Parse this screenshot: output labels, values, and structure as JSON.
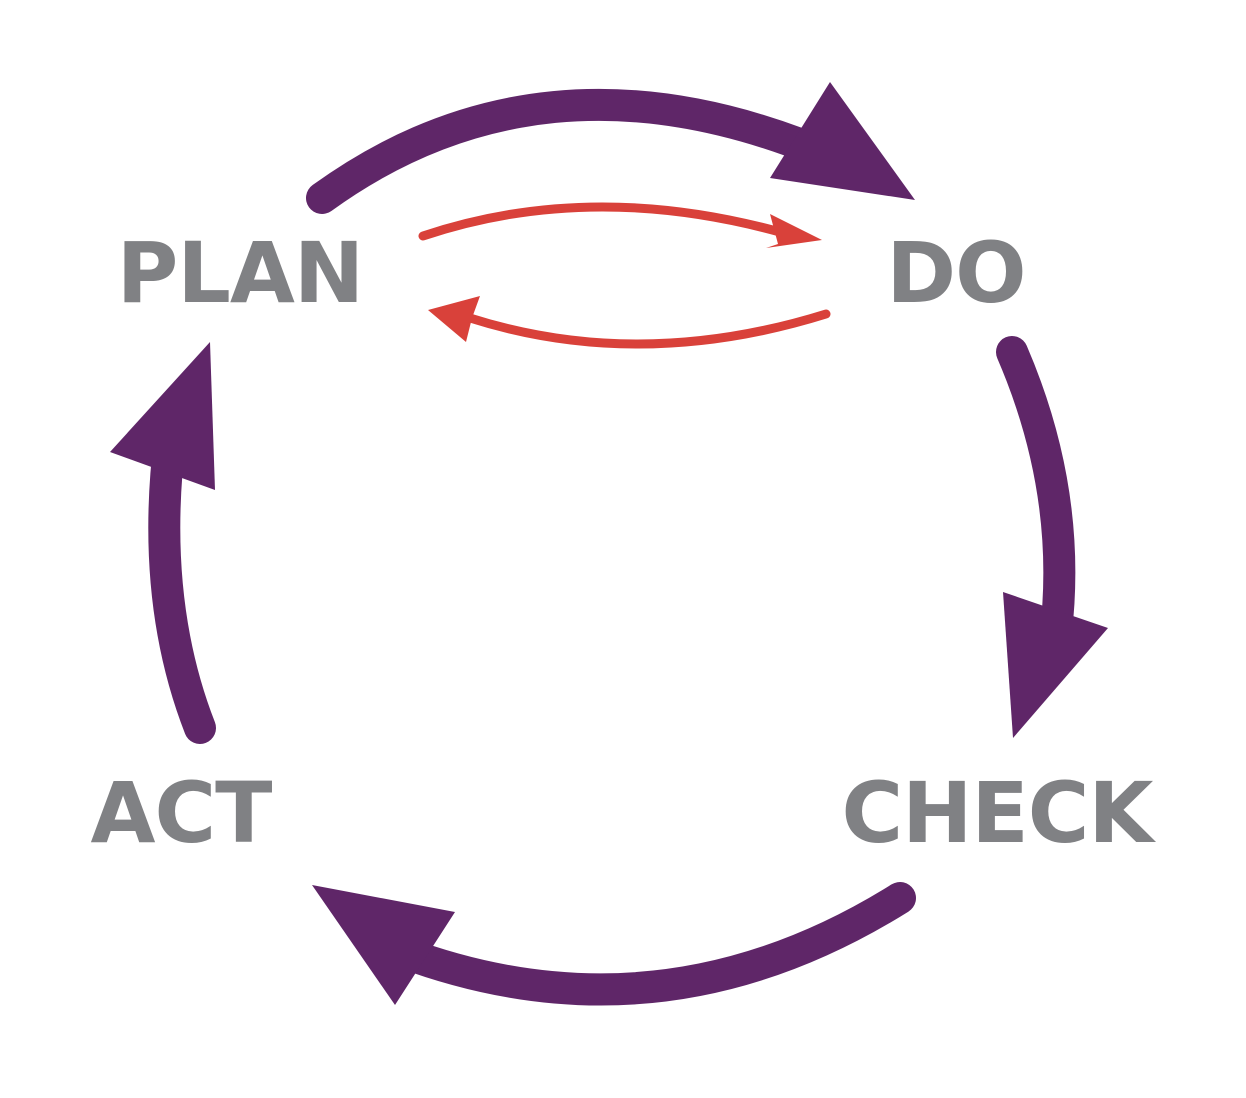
{
  "diagram": {
    "stages": {
      "plan": "PLAN",
      "do": "DO",
      "check": "CHECK",
      "act": "ACT"
    },
    "colors": {
      "cycle_arrow": "#5f2668",
      "loop_arrow": "#d9413a",
      "label_text": "#808184",
      "background": "#ffffff"
    }
  }
}
